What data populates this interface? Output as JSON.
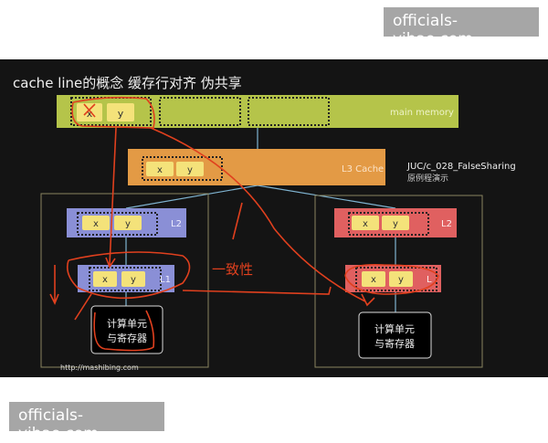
{
  "watermark": {
    "top": "officials-yihao.com",
    "bottom": "officials-yihao.com"
  },
  "slide": {
    "title": "cache line的概念 缓存行对齐 伪共享",
    "main_memory": {
      "label": "main memory",
      "cells": [
        "x",
        "y"
      ]
    },
    "l3": {
      "label": "L3 Cache",
      "cells": [
        "x",
        "y"
      ]
    },
    "side_note": {
      "code": "JUC/c_028_FalseSharing",
      "caption": "原例程演示"
    },
    "left_core": {
      "l2_label": "L2",
      "l1_label": "L1",
      "cells": [
        "x",
        "y"
      ],
      "compute_line1": "计算单元",
      "compute_line2": "与寄存器"
    },
    "right_core": {
      "l2_label": "L2",
      "l1_label": "L",
      "cells": [
        "x",
        "y"
      ],
      "compute_line1": "计算单元",
      "compute_line2": "与寄存器"
    },
    "footer_url": "http://mashibing.com",
    "annotation": "一致性",
    "colors": {
      "main_memory": "#b5c44a",
      "l3": "#e39a45",
      "left_cache": "#8a8fd6",
      "right_cache": "#e06060",
      "cell": "#f4e27a",
      "ink": "#e0401e"
    }
  }
}
